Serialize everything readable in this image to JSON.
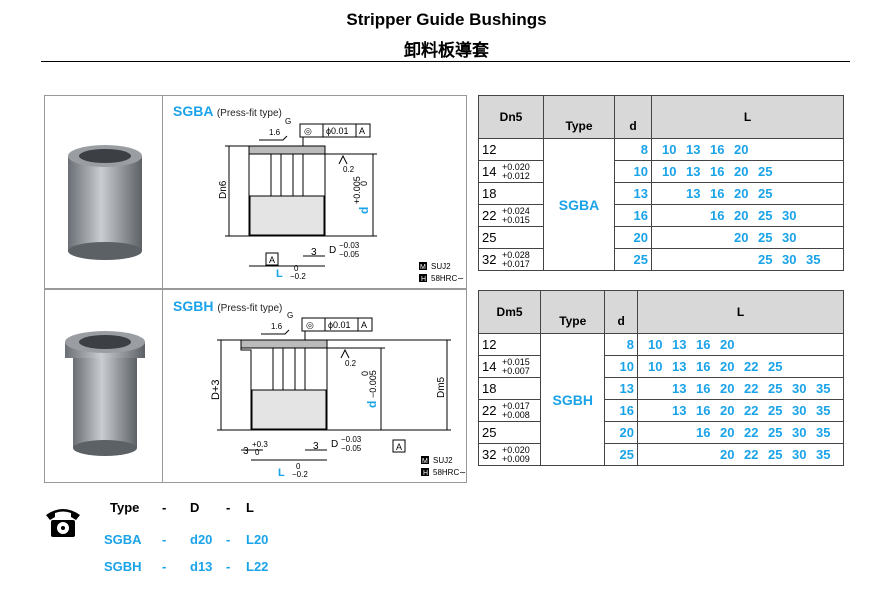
{
  "header": {
    "title": "Stripper Guide Bushings",
    "subtitle": "卸料板導套"
  },
  "sgba": {
    "name": "SGBA",
    "press_fit": "(Press-fit type)",
    "dim_g": "G",
    "dim_16": "1.6",
    "flatness": "ϕ0.01",
    "datum_a": "A",
    "roughness": "0.2",
    "dn6": "Dn6",
    "d_label": "d",
    "d_tol_top": "+0.005",
    "d_tol_bot": "0",
    "len_3": "3",
    "d_tol": "D",
    "d_tol_t": "−0.03",
    "d_tol_b": "−0.05",
    "l_label": "L",
    "l_tol_t": "0",
    "l_tol_b": "−0.2",
    "datum_box": "A",
    "mat_m": "M",
    "mat": "SUJ2",
    "mat_h": "H",
    "hrc": "58HRC∼"
  },
  "sgbh": {
    "name": "SGBH",
    "press_fit": "(Press-fit type)",
    "dim_g": "G",
    "dim_16": "1.6",
    "flatness": "ϕ0.01",
    "datum_a": "A",
    "roughness": "0.2",
    "d3": "D+3",
    "d_label": "d",
    "d_tol_top": "0",
    "d_tol_bot": "−0.005",
    "dm5": "Dm5",
    "c3": "3",
    "c3_t": "+0.3",
    "c3_b": "0",
    "len_3": "3",
    "d_tol": "D",
    "d_tol_t": "−0.03",
    "d_tol_b": "−0.05",
    "datum_box": "A",
    "l_label": "L",
    "l_tol_t": "0",
    "l_tol_b": "−0.2",
    "mat_m": "M",
    "mat": "SUJ2",
    "mat_h": "H",
    "hrc": "58HRC∼"
  },
  "table1": {
    "h_d": "Dn5",
    "h_type": "Type",
    "h_dd": "d",
    "h_l": "L",
    "type": "SGBA",
    "rows": [
      {
        "D": "12",
        "t1": "",
        "t2": "",
        "d": "8",
        "L": [
          "10",
          "13",
          "16",
          "20",
          "",
          ""
        ]
      },
      {
        "D": "14",
        "t1": "+0.020",
        "t2": "+0.012",
        "d": "10",
        "L": [
          "10",
          "13",
          "16",
          "20",
          "25",
          ""
        ]
      },
      {
        "D": "18",
        "t1": "",
        "t2": "",
        "d": "13",
        "L": [
          "",
          "13",
          "16",
          "20",
          "25",
          ""
        ]
      },
      {
        "D": "22",
        "t1": "+0.024",
        "t2": "+0.015",
        "d": "16",
        "L": [
          "",
          "",
          "16",
          "20",
          "25",
          "30"
        ]
      },
      {
        "D": "25",
        "t1": "",
        "t2": "",
        "d": "20",
        "L": [
          "",
          "",
          "",
          "20",
          "25",
          "30"
        ]
      },
      {
        "D": "32",
        "t1": "+0.028",
        "t2": "+0.017",
        "d": "25",
        "L": [
          "",
          "",
          "",
          "",
          "25",
          "30",
          "35"
        ]
      }
    ]
  },
  "table2": {
    "h_d": "Dm5",
    "h_type": "Type",
    "h_dd": "d",
    "h_l": "L",
    "type": "SGBH",
    "rows": [
      {
        "D": "12",
        "t1": "",
        "t2": "",
        "d": "8",
        "L": [
          "10",
          "13",
          "16",
          "20"
        ]
      },
      {
        "D": "14",
        "t1": "+0.015",
        "t2": "+0.007",
        "d": "10",
        "L": [
          "10",
          "13",
          "16",
          "20",
          "22",
          "25"
        ]
      },
      {
        "D": "18",
        "t1": "",
        "t2": "",
        "d": "13",
        "L": [
          "",
          "13",
          "16",
          "20",
          "22",
          "25",
          "30",
          "35"
        ]
      },
      {
        "D": "22",
        "t1": "+0.017",
        "t2": "+0.008",
        "d": "16",
        "L": [
          "",
          "13",
          "16",
          "20",
          "22",
          "25",
          "30",
          "35"
        ]
      },
      {
        "D": "25",
        "t1": "",
        "t2": "",
        "d": "20",
        "L": [
          "",
          "",
          "16",
          "20",
          "22",
          "25",
          "30",
          "35"
        ]
      },
      {
        "D": "32",
        "t1": "+0.020",
        "t2": "+0.009",
        "d": "25",
        "L": [
          "",
          "",
          "",
          "20",
          "22",
          "25",
          "30",
          "35"
        ]
      }
    ]
  },
  "order": {
    "icon": "phone-icon",
    "head": [
      "Type",
      "-",
      "D",
      "-",
      "L"
    ],
    "ex1": [
      "SGBA",
      "-",
      "d20",
      "-",
      "L20"
    ],
    "ex2": [
      "SGBH",
      "-",
      "d13",
      "-",
      "L22"
    ]
  }
}
